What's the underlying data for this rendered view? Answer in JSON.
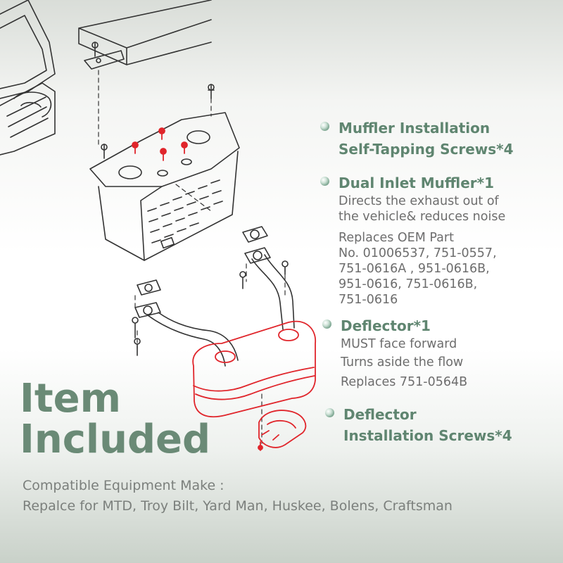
{
  "colors": {
    "accent_green": "#5f8570",
    "headline_green": "#6a8a76",
    "body_gray": "#6d6d6d",
    "highlight_red": "#e0252b",
    "line_art": "#333333"
  },
  "features": [
    {
      "icon": "bullet-dot-icon",
      "title_lines": [
        "Muffler Installation",
        "Self-Tapping Screws*4"
      ],
      "desc_lines": []
    },
    {
      "icon": "bullet-dot-icon",
      "title_lines": [
        "Dual Inlet Muffler*1"
      ],
      "desc_lines": [
        "Directs the exhaust out of",
        "the vehicle& reduces noise"
      ],
      "desc2_lines": [
        "Replaces OEM Part",
        "No. 01006537, 751-0557,",
        "751-0616A , 951-0616B,",
        "951-0616, 751-0616B,",
        "751-0616"
      ]
    },
    {
      "icon": "bullet-dot-icon",
      "title_lines": [
        "Deflector*1"
      ],
      "desc_lines": [
        "MUST face forward",
        "Turns aside the flow",
        "Replaces 751-0564B"
      ]
    },
    {
      "icon": "bullet-dot-icon",
      "title_lines": [
        "Deflector",
        "Installation Screws*4"
      ],
      "desc_lines": []
    }
  ],
  "headline": {
    "line1": "Item",
    "line2": "Included"
  },
  "compatibility": {
    "label": "Compatible Equipment Make :",
    "brands": "Repalce for MTD, Troy Bilt, Yard Man, Huskee, Bolens, Craftsman"
  }
}
